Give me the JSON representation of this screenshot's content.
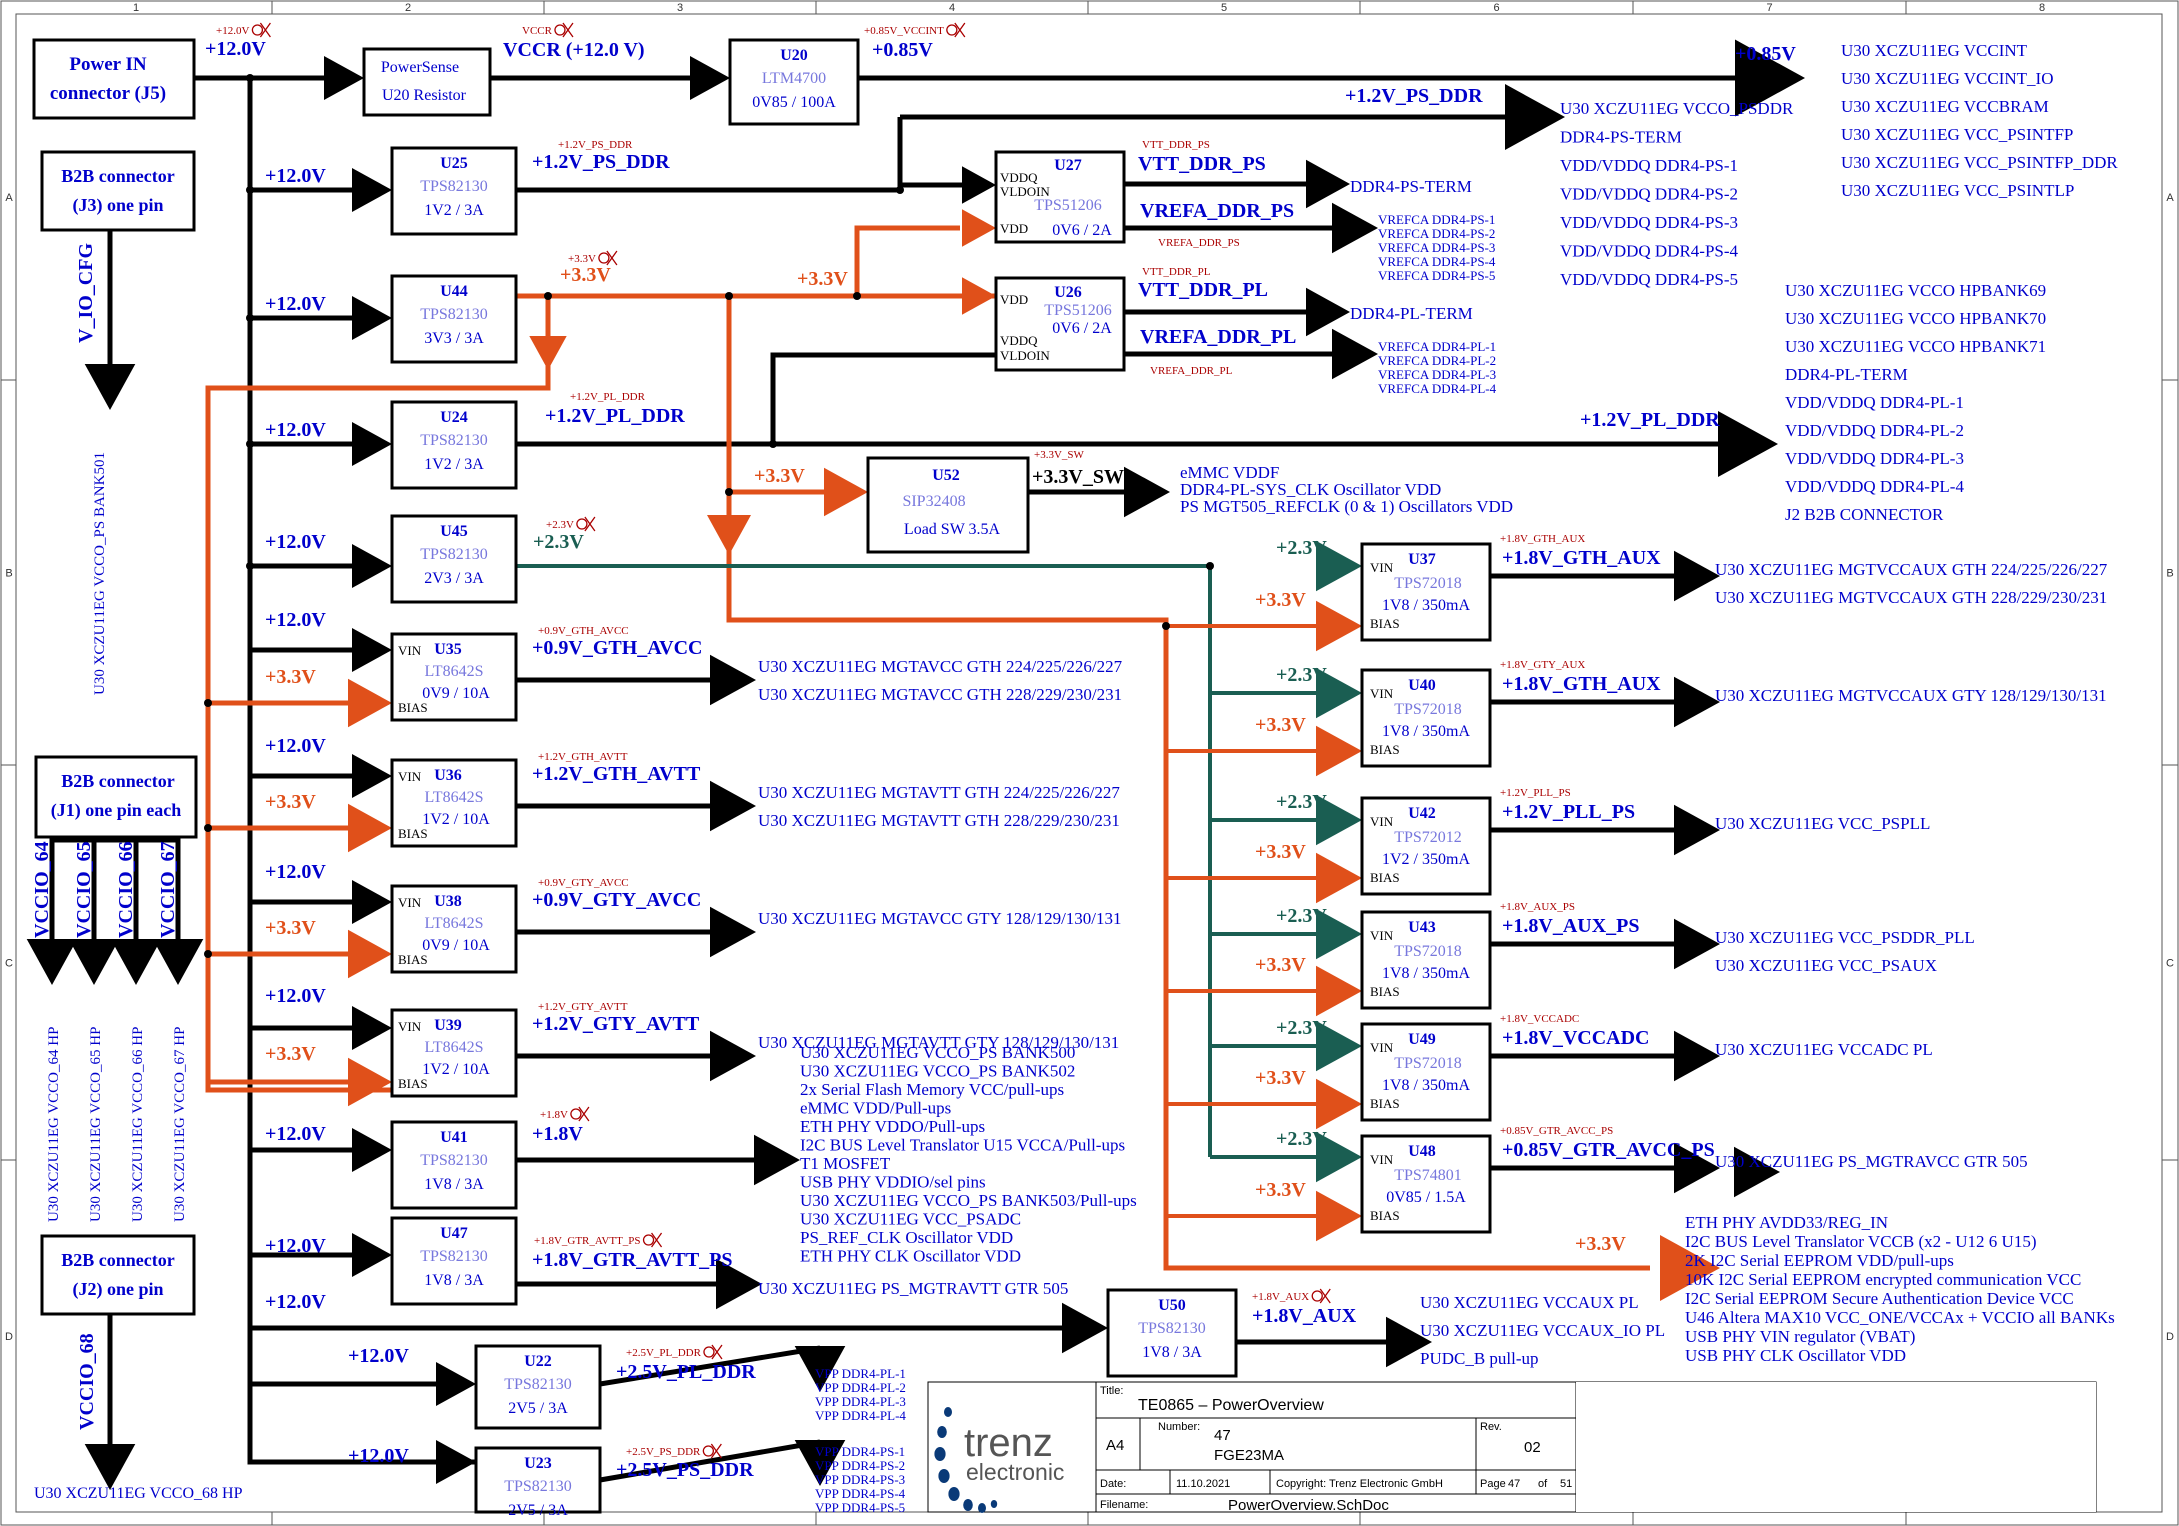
{
  "colors": {
    "blue": "#0000cc",
    "ltblue": "#7777dd",
    "orange": "#e0501a",
    "green": "#1a5e52",
    "red": "#aa0000"
  },
  "grid": {
    "cols": [
      "1",
      "2",
      "3",
      "4",
      "5",
      "6",
      "7",
      "8"
    ],
    "rows": [
      "A",
      "B",
      "C",
      "D"
    ]
  },
  "connectors": {
    "j5": [
      "Power IN",
      "connector (J5)"
    ],
    "j3": [
      "B2B connector",
      "(J3) one pin"
    ],
    "j1": [
      "B2B connector",
      "(J1) one pin each"
    ],
    "j2": [
      "B2B connector",
      "(J2) one pin"
    ]
  },
  "v_labels": {
    "v_io_cfg": "V_IO_CFG",
    "bank501": "U30 XCZU11EG VCCO_PS BANK501",
    "vccio": [
      "VCCIO_64",
      "VCCIO_65",
      "VCCIO_66",
      "VCCIO_67"
    ],
    "vcco_hp": [
      "U30 XCZU11EG VCCO_64 HP",
      "U30 XCZU11EG VCCO_65 HP",
      "U30 XCZU11EG VCCO_66 HP",
      "U30 XCZU11EG VCCO_67 HP"
    ],
    "vccio68": "VCCIO_68",
    "vcco68": "U30 XCZU11EG VCCO_68 HP"
  },
  "net_labels": {
    "p12": "+12.0V",
    "vccr": "VCCR (+12.0 V)",
    "p085": "+0.85V",
    "p12psddr": "+1.2V_PS_DDR",
    "p12plddr": "+1.2V_PL_DDR",
    "p33": "+3.3V",
    "p23": "+2.3V",
    "p33sw": "+3.3V_SW",
    "vtt_ps": "VTT_DDR_PS",
    "vrefa_ps": "VREFA_DDR_PS",
    "vtt_pl": "VTT_DDR_PL",
    "vrefa_pl": "VREFA_DDR_PL"
  },
  "flags": {
    "p12": "+12.0V",
    "vccr": "VCCR",
    "p085": "+0.85V_VCCINT",
    "u25": "+1.2V_PS_DDR",
    "u44": "+3.3V",
    "u24": "+1.2V_PL_DDR",
    "u45": "+2.3V",
    "vtt_ps": "VTT_DDR_PS",
    "vrefa_ps": "VREFA_DDR_PS",
    "vtt_pl": "VTT_DDR_PL",
    "vrefa_pl": "VREFA_DDR_PL",
    "u52": "+3.3V_SW",
    "u35": "+0.9V_GTH_AVCC",
    "u36": "+1.2V_GTH_AVTT",
    "u38": "+0.9V_GTY_AVCC",
    "u39": "+1.2V_GTY_AVTT",
    "u41": "+1.8V",
    "u47": "+1.8V_GTR_AVTT_PS",
    "u50": "+1.8V_AUX",
    "u22": "+2.5V_PL_DDR",
    "u23": "+2.5V_PS_DDR",
    "u37": "+1.8V_GTH_AUX",
    "u40": "+1.8V_GTY_AUX",
    "u42": "+1.2V_PLL_PS",
    "u43": "+1.8V_AUX_PS",
    "u49": "+1.8V_VCCADC",
    "u48": "+0.85V_GTR_AVCC_PS"
  },
  "components": {
    "pwrsense": [
      "PowerSense",
      "U20 Resistor"
    ],
    "u20": [
      "U20",
      "LTM4700",
      "0V85 / 100A"
    ],
    "u25": [
      "U25",
      "TPS82130",
      "1V2 / 3A"
    ],
    "u44": [
      "U44",
      "TPS82130",
      "3V3 / 3A"
    ],
    "u24": [
      "U24",
      "TPS82130",
      "1V2 / 3A"
    ],
    "u45": [
      "U45",
      "TPS82130",
      "2V3 / 3A"
    ],
    "u35": [
      "U35",
      "LT8642S",
      "0V9 / 10A"
    ],
    "u36": [
      "U36",
      "LT8642S",
      "1V2 / 10A"
    ],
    "u38": [
      "U38",
      "LT8642S",
      "0V9 / 10A"
    ],
    "u39": [
      "U39",
      "LT8642S",
      "1V2 / 10A"
    ],
    "u41": [
      "U41",
      "TPS82130",
      "1V8 / 3A"
    ],
    "u47": [
      "U47",
      "TPS82130",
      "1V8 / 3A"
    ],
    "u50": [
      "U50",
      "TPS82130",
      "1V8 / 3A"
    ],
    "u22": [
      "U22",
      "TPS82130",
      "2V5 / 3A"
    ],
    "u23": [
      "U23",
      "TPS82130",
      "2V5 / 3A"
    ],
    "u27": [
      "U27",
      "TPS51206",
      "0V6 / 2A"
    ],
    "u26": [
      "U26",
      "TPS51206",
      "0V6 / 2A"
    ],
    "u52": [
      "U52",
      "SIP32408",
      "Load SW 3.5A"
    ],
    "u37": [
      "U37",
      "TPS72018",
      "1V8 / 350mA"
    ],
    "u40": [
      "U40",
      "TPS72018",
      "1V8 / 350mA"
    ],
    "u42": [
      "U42",
      "TPS72012",
      "1V2 / 350mA"
    ],
    "u43": [
      "U43",
      "TPS72018",
      "1V8 / 350mA"
    ],
    "u49": [
      "U49",
      "TPS72018",
      "1V8 / 350mA"
    ],
    "u48": [
      "U48",
      "TPS74801",
      "0V85 / 1.5A"
    ]
  },
  "pins": {
    "vin": "VIN",
    "bias": "BIAS",
    "vddq": "VDDQ",
    "vldoin": "VLDOIN",
    "vdd": "VDD"
  },
  "outputs": {
    "u35": "+0.9V_GTH_AVCC",
    "u36": "+1.2V_GTH_AVTT",
    "u38": "+0.9V_GTY_AVCC",
    "u39": "+1.2V_GTY_AVTT",
    "u41": "+1.8V",
    "u47": "+1.8V_GTR_AVTT_PS",
    "u50": "+1.8V_AUX",
    "u22": "+2.5V_PL_DDR",
    "u23": "+2.5V_PS_DDR",
    "u37": "+1.8V_GTH_AUX",
    "u40": "+1.8V_GTH_AUX",
    "u42": "+1.2V_PLL_PS",
    "u43": "+1.8V_AUX_PS",
    "u49": "+1.8V_VCCADC",
    "u48": "+0.85V_GTR_AVCC_PS"
  },
  "loads": {
    "vccint": [
      "U30 XCZU11EG VCCINT",
      "U30 XCZU11EG VCCINT_IO",
      "U30 XCZU11EG VCCBRAM",
      "U30 XCZU11EG VCC_PSINTFP",
      "U30 XCZU11EG VCC_PSINTFP_DDR",
      "U30 XCZU11EG VCC_PSINTLP"
    ],
    "psddr": [
      "U30 XCZU11EG VCCO_PSDDR",
      "DDR4-PS-TERM",
      "VDD/VDDQ DDR4-PS-1",
      "VDD/VDDQ DDR4-PS-2",
      "VDD/VDDQ DDR4-PS-3",
      "VDD/VDDQ DDR4-PS-4",
      "VDD/VDDQ DDR4-PS-5"
    ],
    "plddr": [
      "U30 XCZU11EG VCCO HPBANK69",
      "U30 XCZU11EG VCCO HPBANK70",
      "U30 XCZU11EG VCCO HPBANK71",
      "DDR4-PL-TERM",
      "VDD/VDDQ DDR4-PL-1",
      "VDD/VDDQ DDR4-PL-2",
      "VDD/VDDQ DDR4-PL-3",
      "VDD/VDDQ DDR4-PL-4",
      "J2 B2B CONNECTOR"
    ],
    "vtt_ps": "DDR4-PS-TERM",
    "vrefa_ps": [
      "VREFCA DDR4-PS-1",
      "VREFCA DDR4-PS-2",
      "VREFCA DDR4-PS-3",
      "VREFCA DDR4-PS-4",
      "VREFCA DDR4-PS-5"
    ],
    "vtt_pl": "DDR4-PL-TERM",
    "vrefa_pl": [
      "VREFCA DDR4-PL-1",
      "VREFCA DDR4-PL-2",
      "VREFCA DDR4-PL-3",
      "VREFCA DDR4-PL-4"
    ],
    "sw": [
      "eMMC VDDF",
      "DDR4-PL-SYS_CLK Oscillator VDD",
      "PS MGT505_REFCLK (0 & 1) Oscillators VDD"
    ],
    "u35": [
      "U30 XCZU11EG MGTAVCC GTH 224/225/226/227",
      "U30 XCZU11EG MGTAVCC GTH 228/229/230/231"
    ],
    "u36": [
      "U30 XCZU11EG MGTAVTT GTH 224/225/226/227",
      "U30 XCZU11EG MGTAVTT GTH 228/229/230/231"
    ],
    "u38": [
      "U30 XCZU11EG MGTAVCC GTY 128/129/130/131"
    ],
    "u39": [
      "U30 XCZU11EG MGTAVTT GTY 128/129/130/131"
    ],
    "u41": [
      "U30 XCZU11EG VCCO_PS BANK500",
      "U30 XCZU11EG VCCO_PS BANK502",
      "2x Serial Flash Memory VCC/pull-ups",
      "eMMC VDD/Pull-ups",
      "ETH PHY VDDO/Pull-ups",
      "I2C BUS Level Translator U15 VCCA/Pull-ups",
      "T1 MOSFET",
      "USB PHY VDDIO/sel pins",
      "U30 XCZU11EG VCCO_PS BANK503/Pull-ups",
      "U30 XCZU11EG VCC_PSADC",
      "PS_REF_CLK Oscillator VDD",
      "ETH PHY CLK Oscillator VDD"
    ],
    "u47": [
      "U30 XCZU11EG PS_MGTRAVTT GTR 505"
    ],
    "u50": [
      "U30 XCZU11EG VCCAUX PL",
      "U30 XCZU11EG VCCAUX_IO PL",
      "PUDC_B pull-up"
    ],
    "u22": [
      "VPP DDR4-PL-1",
      "VPP DDR4-PL-2",
      "VPP DDR4-PL-3",
      "VPP DDR4-PL-4"
    ],
    "u23": [
      "VPP DDR4-PS-1",
      "VPP DDR4-PS-2",
      "VPP DDR4-PS-3",
      "VPP DDR4-PS-4",
      "VPP DDR4-PS-5"
    ],
    "u37": [
      "U30 XCZU11EG MGTVCCAUX GTH 224/225/226/227",
      "U30 XCZU11EG MGTVCCAUX GTH 228/229/230/231"
    ],
    "u40": [
      "U30 XCZU11EG MGTVCCAUX GTY 128/129/130/131"
    ],
    "u42": [
      "U30 XCZU11EG VCC_PSPLL"
    ],
    "u43": [
      "U30 XCZU11EG VCC_PSDDR_PLL",
      "U30 XCZU11EG VCC_PSAUX"
    ],
    "u49": [
      "U30 XCZU11EG VCCADC PL"
    ],
    "u48": [
      "U30 XCZU11EG PS_MGTRAVCC GTR 505"
    ],
    "p33": [
      "ETH PHY AVDD33/REG_IN",
      "I2C BUS Level Translator VCCB (x2 - U12 6 U15)",
      "2K I2C Serial EEPROM VDD/pull-ups",
      "10K I2C Serial EEPROM encrypted communication VCC",
      "I2C Serial EEPROM Secure Authentication Device VCC",
      "U46 Altera MAX10 VCC_ONE/VCCAx + VCCIO all BANKs",
      "USB PHY VIN regulator (VBAT)",
      "USB PHY CLK Oscillator VDD"
    ]
  },
  "title_block": {
    "title_label": "Title:",
    "title": "TE0865 – PowerOverview",
    "size": "A4",
    "number_label": "Number:",
    "number": "47",
    "number2": "FGE23MA",
    "rev_label": "Rev.",
    "rev": "02",
    "date_label": "Date:",
    "date": "11.10.2021",
    "copyright": "Copyright: Trenz Electronic GmbH",
    "page_label": "Page",
    "page": "47",
    "of": "of",
    "total": "51",
    "filename_label": "Filename:",
    "filename": "PowerOverview.SchDoc",
    "logo_word1": "trenz",
    "logo_word2": "electronic"
  }
}
